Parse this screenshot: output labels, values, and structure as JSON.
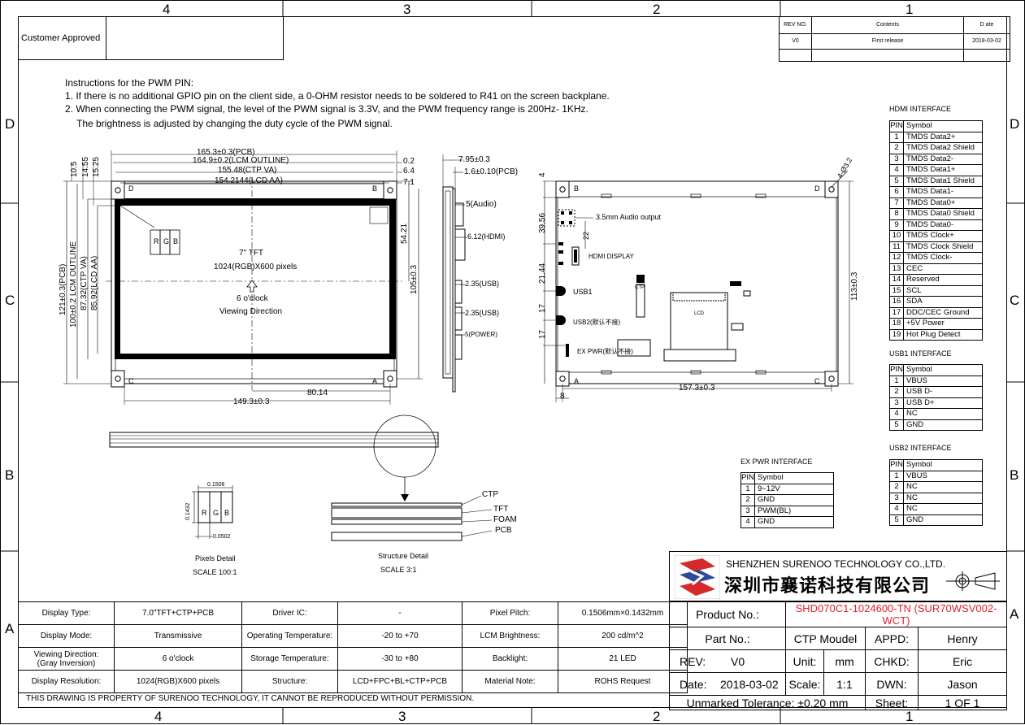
{
  "frame": {
    "col_top": [
      "4",
      "3",
      "2",
      "1"
    ],
    "col_bottom": [
      "4",
      "3",
      "2",
      "1"
    ],
    "row_left": [
      "D",
      "C",
      "B",
      "A"
    ],
    "row_right": [
      "D",
      "C",
      "B",
      "A"
    ]
  },
  "customer_approved": "Customer Approved",
  "revision": {
    "headers": [
      "REV NO.",
      "Contents",
      "D ate"
    ],
    "rows": [
      [
        "V0",
        "First release",
        "2018-03-02"
      ]
    ]
  },
  "instructions": {
    "title": "Instructions for the PWM PIN:",
    "lines": [
      "1. If there is no additional GPIO pin on the client side, a 0-OHM resistor needs to be soldered to R41 on the screen backplane.",
      "2. When connecting the PWM signal, the level of the PWM signal is 3.3V, and the PWM frequency range is 200Hz- 1KHz.",
      "The brightness is adjusted by changing the duty cycle of the PWM signal."
    ]
  },
  "front_view": {
    "dims_top": [
      "165.3±0.3(PCB)",
      "164.9±0.2(LCM OUTLINE)",
      "155.48(CTP VA)",
      "154.2144(LCD AA)"
    ],
    "dims_right_top": [
      "0.2",
      "6.4",
      "7.1"
    ],
    "dims_left_top": [
      "10.5",
      "14.55",
      "15.25"
    ],
    "dims_left": [
      "121±0.3(PCB)",
      "100±0.2 LCM OUTLINE",
      "87.32(CTP VA)",
      "85.92(LCD AA)"
    ],
    "dims_right": [
      "54.21",
      "105±0.3"
    ],
    "dims_bottom": [
      "80.14",
      "149.3±0.3"
    ],
    "corners": [
      "D",
      "B",
      "C",
      "A"
    ],
    "rgb": [
      "R",
      "G",
      "B"
    ],
    "center_lines": [
      "7\" TFT",
      "1024(RGB)X600 pixels",
      "6 o'clock",
      "Viewing Direction"
    ]
  },
  "side_view": {
    "dims": [
      "7.95±0.3",
      "1.6±0.10(PCB)",
      "5(Audio)",
      "6.12(HDMI)",
      "2.35(USB)",
      "2.35(USB)",
      "5(POWER)"
    ]
  },
  "back_view": {
    "corners": [
      "B",
      "D",
      "A",
      "C"
    ],
    "dim_left": [
      "4",
      "39.56",
      "21.44",
      "17",
      "17"
    ],
    "dim_right": "113±0.3",
    "dim_bottom": "157.3±0.3",
    "dim_bottom_left": "8",
    "hole": "4-Ø3.2",
    "labels": {
      "audio": "3.5mm Audio output",
      "audio_dim": "22",
      "hdmi": "HDMI DISPLAY",
      "usb1": "USB1",
      "usb2": "USB2(默认不接)",
      "expwr": "EX PWR(默认不接)",
      "ctp": "CTP",
      "lcd": "LCD"
    }
  },
  "pixels_detail": {
    "w": "0.1506",
    "h": "0.1432",
    "gap": "0.0502",
    "rgb": [
      "R",
      "G",
      "B"
    ],
    "title": "Pixels Detail",
    "scale": "SCALE 100:1"
  },
  "structure_detail": {
    "layers": [
      "CTP",
      "TFT",
      "FOAM",
      "PCB"
    ],
    "title": "Structure Detail",
    "scale": "SCALE 3:1"
  },
  "hdmi_interface": {
    "title": "HDMI INTERFACE",
    "headers": [
      "PIN",
      "Symbol"
    ],
    "rows": [
      [
        "1",
        "TMDS Data2+"
      ],
      [
        "2",
        "TMDS Data2 Shield"
      ],
      [
        "3",
        "TMDS Data2-"
      ],
      [
        "4",
        "TMDS Data1+"
      ],
      [
        "5",
        "TMDS Data1 Shield"
      ],
      [
        "6",
        "TMDS Data1-"
      ],
      [
        "7",
        "TMDS Data0+"
      ],
      [
        "8",
        "TMDS Data0 Shield"
      ],
      [
        "9",
        "TMDS Data0-"
      ],
      [
        "10",
        "TMDS Clock+"
      ],
      [
        "11",
        "TMDS Clock Shield"
      ],
      [
        "12",
        "TMDS Clock-"
      ],
      [
        "13",
        "CEC"
      ],
      [
        "14",
        "Reserved"
      ],
      [
        "15",
        "SCL"
      ],
      [
        "16",
        "SDA"
      ],
      [
        "17",
        "DDC/CEC Ground"
      ],
      [
        "18",
        "+5V Power"
      ],
      [
        "19",
        "Hot Plug Detect"
      ]
    ]
  },
  "usb1_interface": {
    "title": "USB1 INTERFACE",
    "headers": [
      "PIN",
      "Symbol"
    ],
    "rows": [
      [
        "1",
        "VBUS"
      ],
      [
        "2",
        "USB D-"
      ],
      [
        "3",
        "USB D+"
      ],
      [
        "4",
        "NC"
      ],
      [
        "5",
        "GND"
      ]
    ]
  },
  "usb2_interface": {
    "title": "USB2 INTERFACE",
    "headers": [
      "PIN",
      "Symbol"
    ],
    "rows": [
      [
        "1",
        "VBUS"
      ],
      [
        "2",
        "NC"
      ],
      [
        "3",
        "NC"
      ],
      [
        "4",
        "NC"
      ],
      [
        "5",
        "GND"
      ]
    ]
  },
  "expwr_interface": {
    "title": "EX PWR INTERFACE",
    "headers": [
      "PIN",
      "Symbol"
    ],
    "rows": [
      [
        "1",
        "9~12V"
      ],
      [
        "2",
        "GND"
      ],
      [
        "3",
        "PWM(BL)"
      ],
      [
        "4",
        "GND"
      ]
    ]
  },
  "company": {
    "en": "SHENZHEN SURENOO TECHNOLOGY CO.,LTD.",
    "cn": "深圳市襄诺科技有限公司",
    "colors": {
      "red": "#d42a2a",
      "blue": "#2b4a9a"
    }
  },
  "specs": [
    [
      "Display Type:",
      "7.0\"TFT+CTP+PCB",
      "Driver IC:",
      "-",
      "Pixel Pitch:",
      "0.1506mm×0.1432mm"
    ],
    [
      "Display Mode:",
      "Transmissive",
      "Operating Temperature:",
      "-20  to +70",
      "LCM Brightness:",
      "200 cd/m^2"
    ],
    [
      "Viewing Direction:\n(Gray Inversion)",
      "6 o'clock",
      "Storage Temperature:",
      "-30  to +80",
      "Backlight:",
      "21  LED"
    ],
    [
      "Display Resolution:",
      "1024(RGB)X600 pixels",
      "Structure:",
      "LCD+FPC+BL+CTP+PCB",
      "Material Note:",
      "ROHS Request"
    ]
  ],
  "title_block": {
    "product_label": "Product No.:",
    "product_value": "SHD070C1-1024600-TN (SUR70WSV002-WCT)",
    "product_color": "#e0202a",
    "part_label": "Part No.:",
    "part_value": "CTP Moudel",
    "appd_label": "APPD:",
    "appd_value": "Henry",
    "rev_label": "REV:",
    "rev_value": "V0",
    "unit_label": "Unit:",
    "unit_value": "mm",
    "chkd_label": "CHKD:",
    "chkd_value": "Eric",
    "date_label": "Date:",
    "date_value": "2018-03-02",
    "scale_label": "Scale:",
    "scale_value": "1:1",
    "dwn_label": "DWN:",
    "dwn_value": "Jason",
    "tolerance": "Unmarked Tolerance: ±0.20 mm",
    "sheet_label": "Sheet:",
    "sheet_value": "1 OF 1"
  },
  "footer": "THIS DRAWING IS PROPERTY OF SURENOO TECHNOLOGY, IT CANNOT BE REPRODUCED WITHOUT PERMISSION."
}
